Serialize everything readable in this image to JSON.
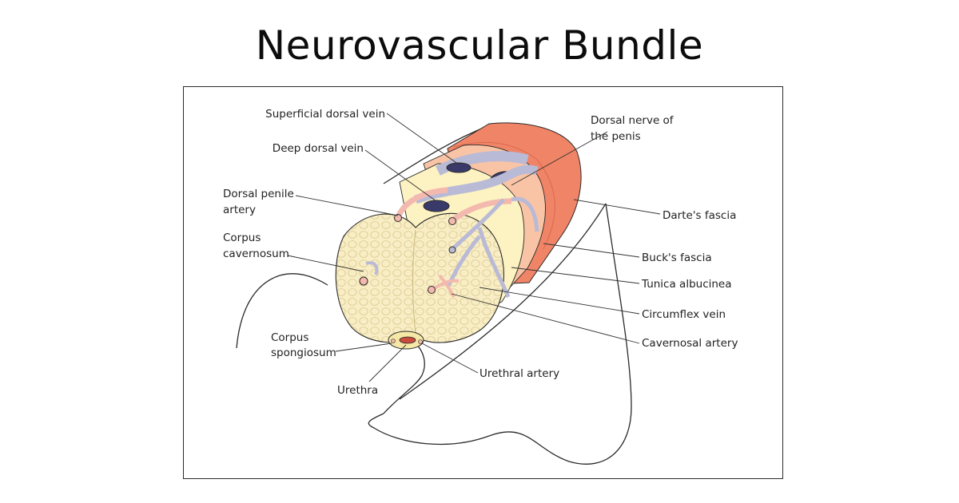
{
  "title": "Neurovascular Bundle",
  "colors": {
    "dartos": "#f08466",
    "bucks": "#f9c4a5",
    "tunica": "#fdf2c2",
    "cavernosum": "#f8edc4",
    "vein": "#b9bad6",
    "artery": "#f4b9ae",
    "outline": "#2a2a2a"
  },
  "labels": {
    "superficial_dorsal_vein": "Superficial dorsal vein",
    "deep_dorsal_vein": "Deep dorsal vein",
    "dorsal_penile_artery_1": "Dorsal penile",
    "dorsal_penile_artery_2": "artery",
    "corpus_cavernosum_1": "Corpus",
    "corpus_cavernosum_2": "cavernosum",
    "corpus_spongiosum_1": "Corpus",
    "corpus_spongiosum_2": "spongiosum",
    "urethra": "Urethra",
    "urethral_artery": "Urethral artery",
    "dorsal_nerve_1": "Dorsal nerve of",
    "dorsal_nerve_2": "the penis",
    "dartes_fascia": "Darte's fascia",
    "bucks_fascia": "Buck's fascia",
    "tunica_albucinea": "Tunica albucinea",
    "circumflex_vein": "Circumflex vein",
    "cavernosal_artery": "Cavernosal artery"
  }
}
